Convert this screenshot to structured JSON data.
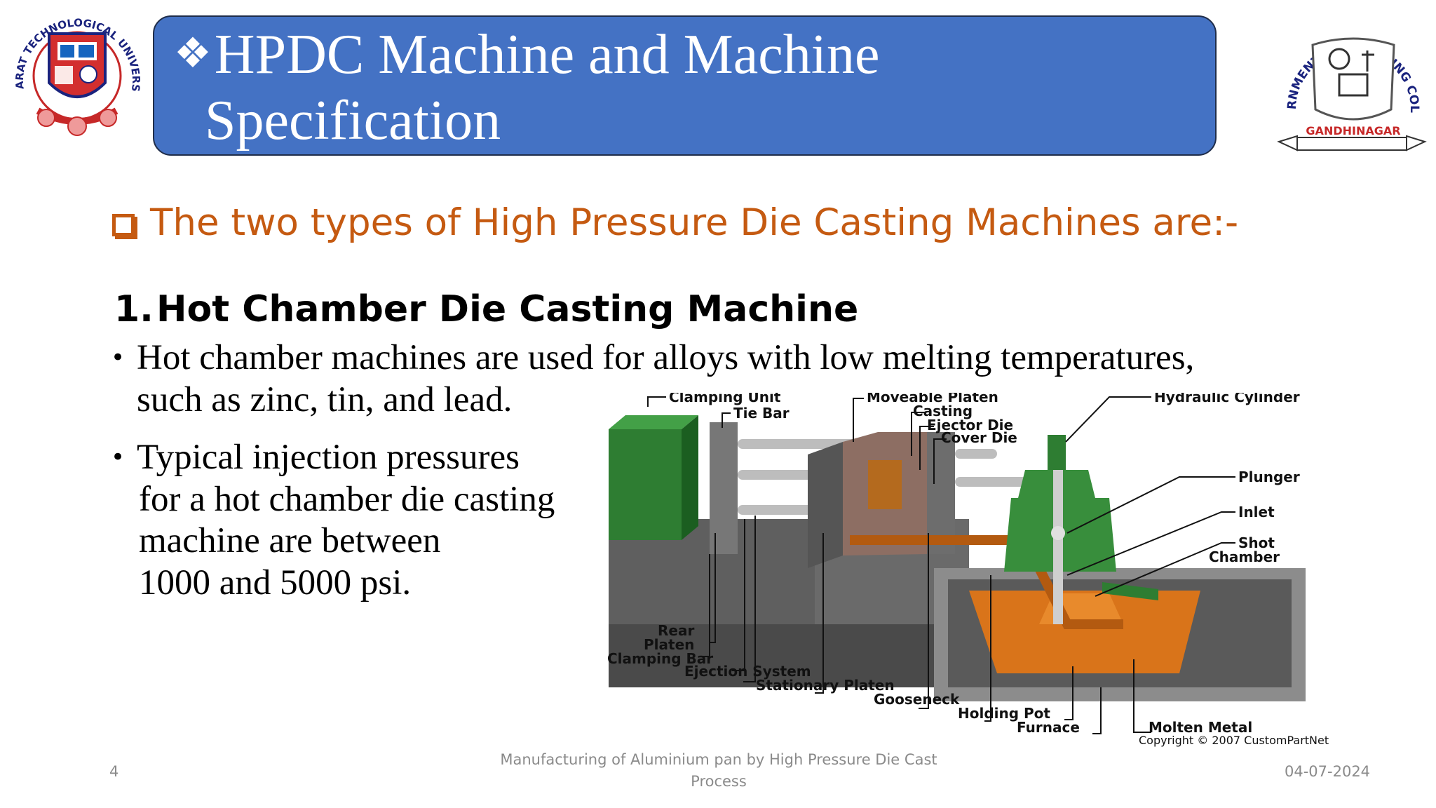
{
  "slide": {
    "title_line1": "HPDC Machine and Machine",
    "title_line2": "Specification",
    "subtitle": "The two types of High Pressure Die Casting Machines are:-",
    "heading_number": "1.",
    "heading": "Hot Chamber Die Casting Machine",
    "bullet1_line1": "Hot chamber machines are used for alloys with low melting temperatures,",
    "bullet1_line2": "such as zinc, tin, and lead.",
    "bullet2_lines": [
      "Typical injection pressures",
      "for a hot chamber die casting",
      "machine are between",
      "1000 and 5000 psi."
    ]
  },
  "logos": {
    "gtu_text": "GUJARAT TECHNOLOGICAL UNIVERSITY",
    "gec_text": "GOVERNMENT ENGINEERING COLLEGE",
    "gec_city": "GANDHINAGAR"
  },
  "diagram": {
    "labels": {
      "clamping_unit": "Clamping Unit",
      "tie_bar": "Tie Bar",
      "moveable_platen": "Moveable Platen",
      "casting": "Casting",
      "ejector_die": "Ejector Die",
      "cover_die": "Cover Die",
      "hydraulic_cylinder": "Hydraulic Cylinder",
      "plunger": "Plunger",
      "inlet": "Inlet",
      "shot": "Shot",
      "chamber": "Chamber",
      "rear": "Rear",
      "platen": "Platen",
      "clamping_bar": "Clamping Bar",
      "ejection_system": "Ejection System",
      "stationary_platen": "Stationary Platen",
      "gooseneck": "Gooseneck",
      "holding_pot": "Holding Pot",
      "furnace": "Furnace",
      "molten_metal": "Molten Metal",
      "copyright": "Copyright © 2007 CustomPartNet"
    }
  },
  "footer": {
    "page_number": "4",
    "center_line1": "Manufacturing of Aluminium pan by High Pressure Die Cast",
    "center_line2": "Process",
    "date": "04-07-2024"
  },
  "colors": {
    "title_bg": "#4472c4",
    "subtitle": "#c55a11",
    "machine_green": "#2e7d32",
    "molten": "#d9741a"
  }
}
